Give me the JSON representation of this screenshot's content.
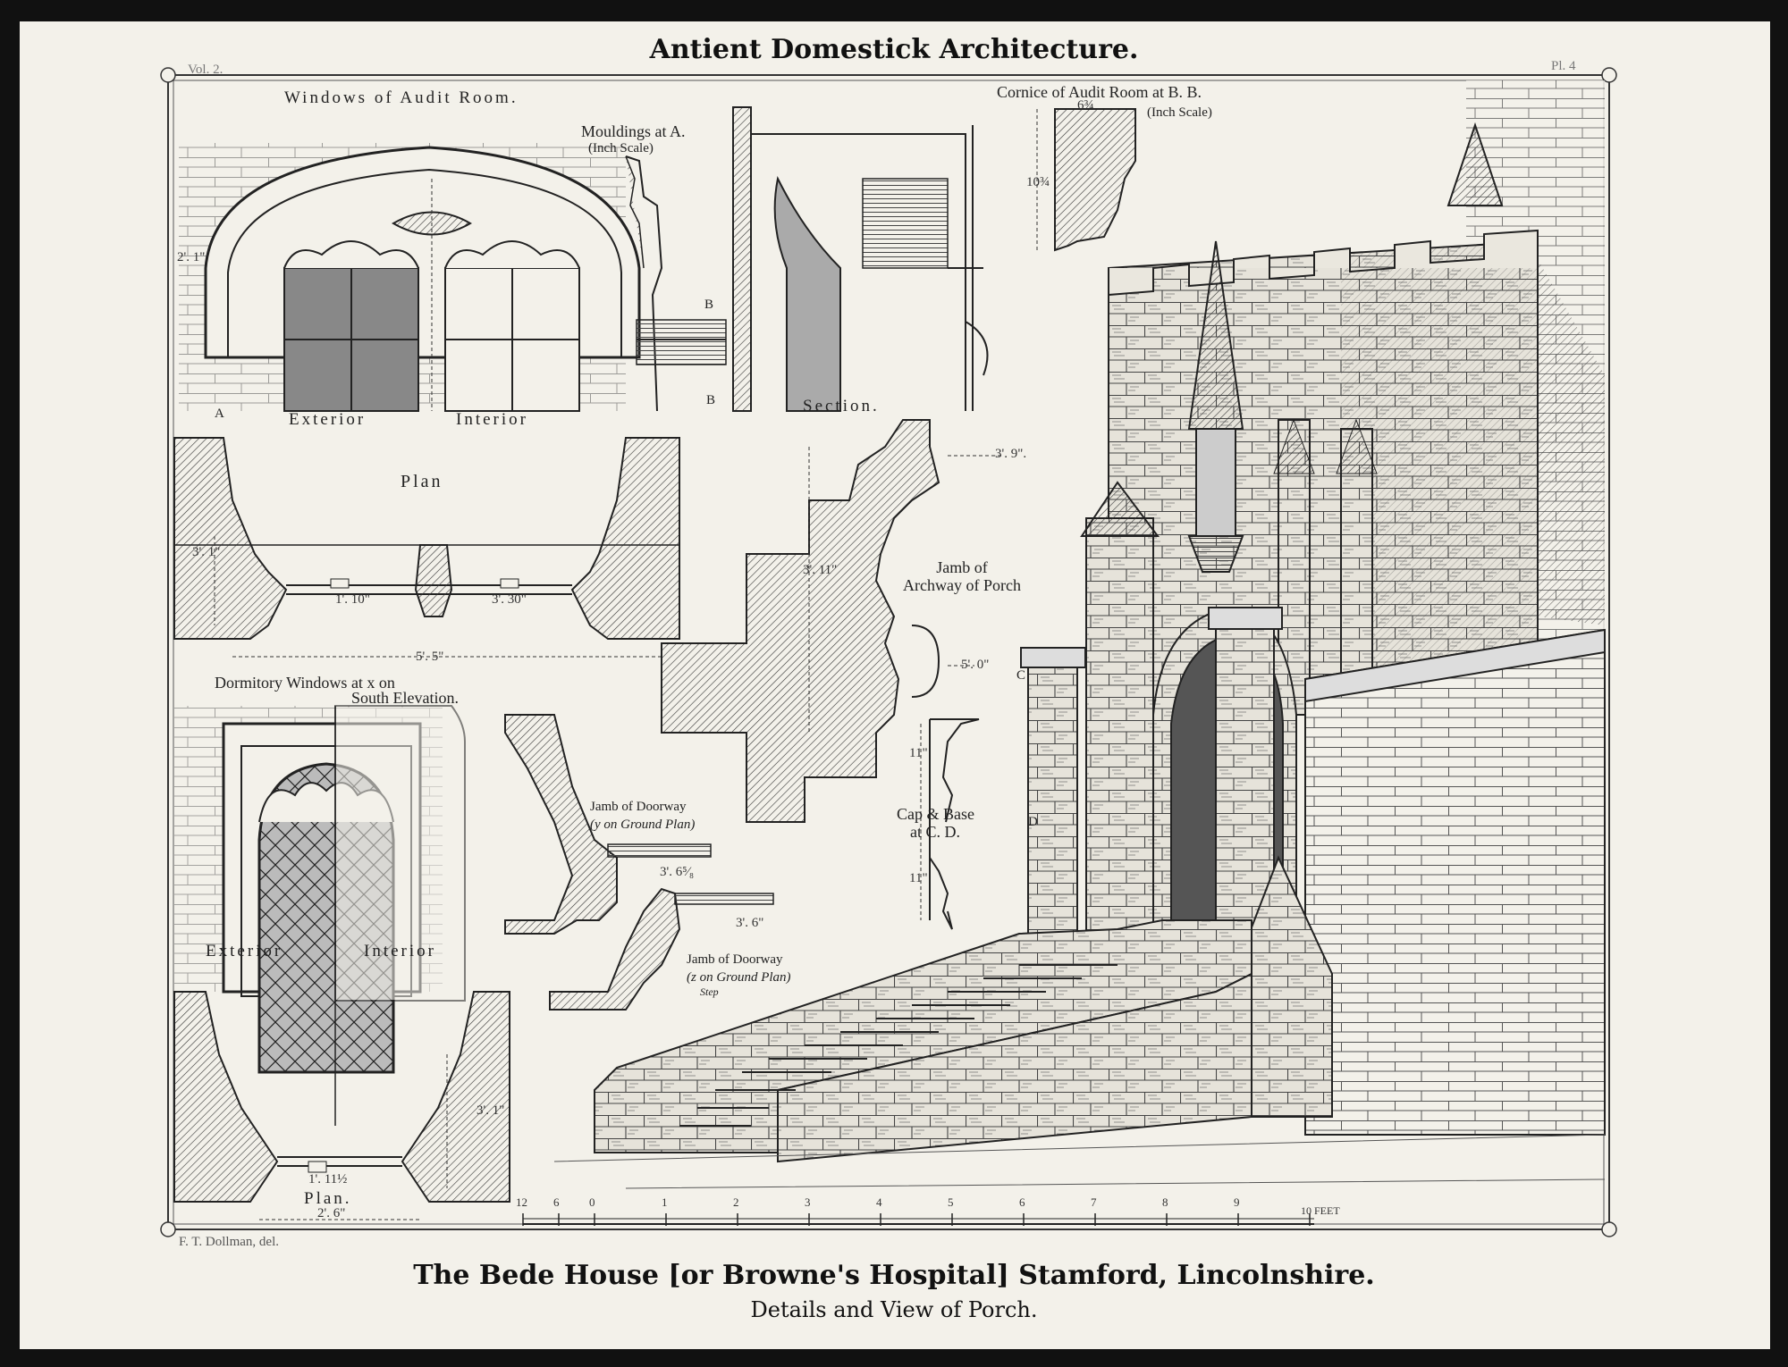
{
  "header": {
    "title": "Antient Domestick Architecture."
  },
  "corners": {
    "volume": "Vol. 2.",
    "plate": "Pl. 4"
  },
  "labels": {
    "windows_audit_room": "Windows of Audit Room.",
    "mouldings_a": "Mouldings at A.",
    "inch_scale_a": "(Inch Scale)",
    "cornice": "Cornice of Audit Room at B. B.",
    "inch_scale_b": "(Inch Scale)",
    "exterior_1": "Exterior",
    "interior_1": "Interior",
    "section": "Section.",
    "plan_1": "Plan",
    "jamb_archway": "Jamb of\nArchway of Porch",
    "dormitory_1": "Dormitory Windows at x on",
    "dormitory_2": "South Elevation.",
    "jamb_doorway_y_1": "Jamb of Doorway",
    "jamb_doorway_y_2": "(y on Ground Plan)",
    "jamb_doorway_z_1": "Jamb of Doorway",
    "jamb_doorway_z_2": "(z on Ground Plan)",
    "step": "Step",
    "cap_base_1": "Cap & Base",
    "cap_base_2": "at C. D.",
    "exterior_2": "Exterior",
    "interior_2": "Interior",
    "plan_2": "Plan.",
    "letter_a": "A",
    "letter_b1": "B",
    "letter_b2": "B",
    "letter_c": "C",
    "letter_d": "D",
    "feet": "10 FEET"
  },
  "dimensions": {
    "d_6_3_4": "6¾",
    "d_10_3_4": "10¾",
    "d_3_9": "3'. 9\".",
    "d_3_1_a": "3'. 1\"",
    "d_1_10": "1'. 10\"",
    "d_3_30": "3'. 30\"",
    "d_5_5": "5'. 5\"",
    "d_3_11": "3'. 11\"",
    "d_5_0": "5'. 0\"",
    "d_11_a": "11\"",
    "d_11_b": "11\"",
    "d_3_6_5": "3'. 6⁵⁄₈",
    "d_3_6": "3'. 6\"",
    "d_3_1_b": "3'. 1\"",
    "d_1_11": "1'. 11½",
    "d_2_6": "2'. 6\"",
    "d_2_1": "2'. 1\""
  },
  "scale": {
    "ticks": [
      "12",
      "6",
      "0",
      "1",
      "2",
      "3",
      "4",
      "5",
      "6",
      "7",
      "8",
      "9"
    ]
  },
  "credit": "F. T. Dollman, del.",
  "footer": {
    "title": "The Bede House [or Browne's Hospital] Stamford, Lincolnshire.",
    "subtitle": "Details and View of Porch."
  }
}
